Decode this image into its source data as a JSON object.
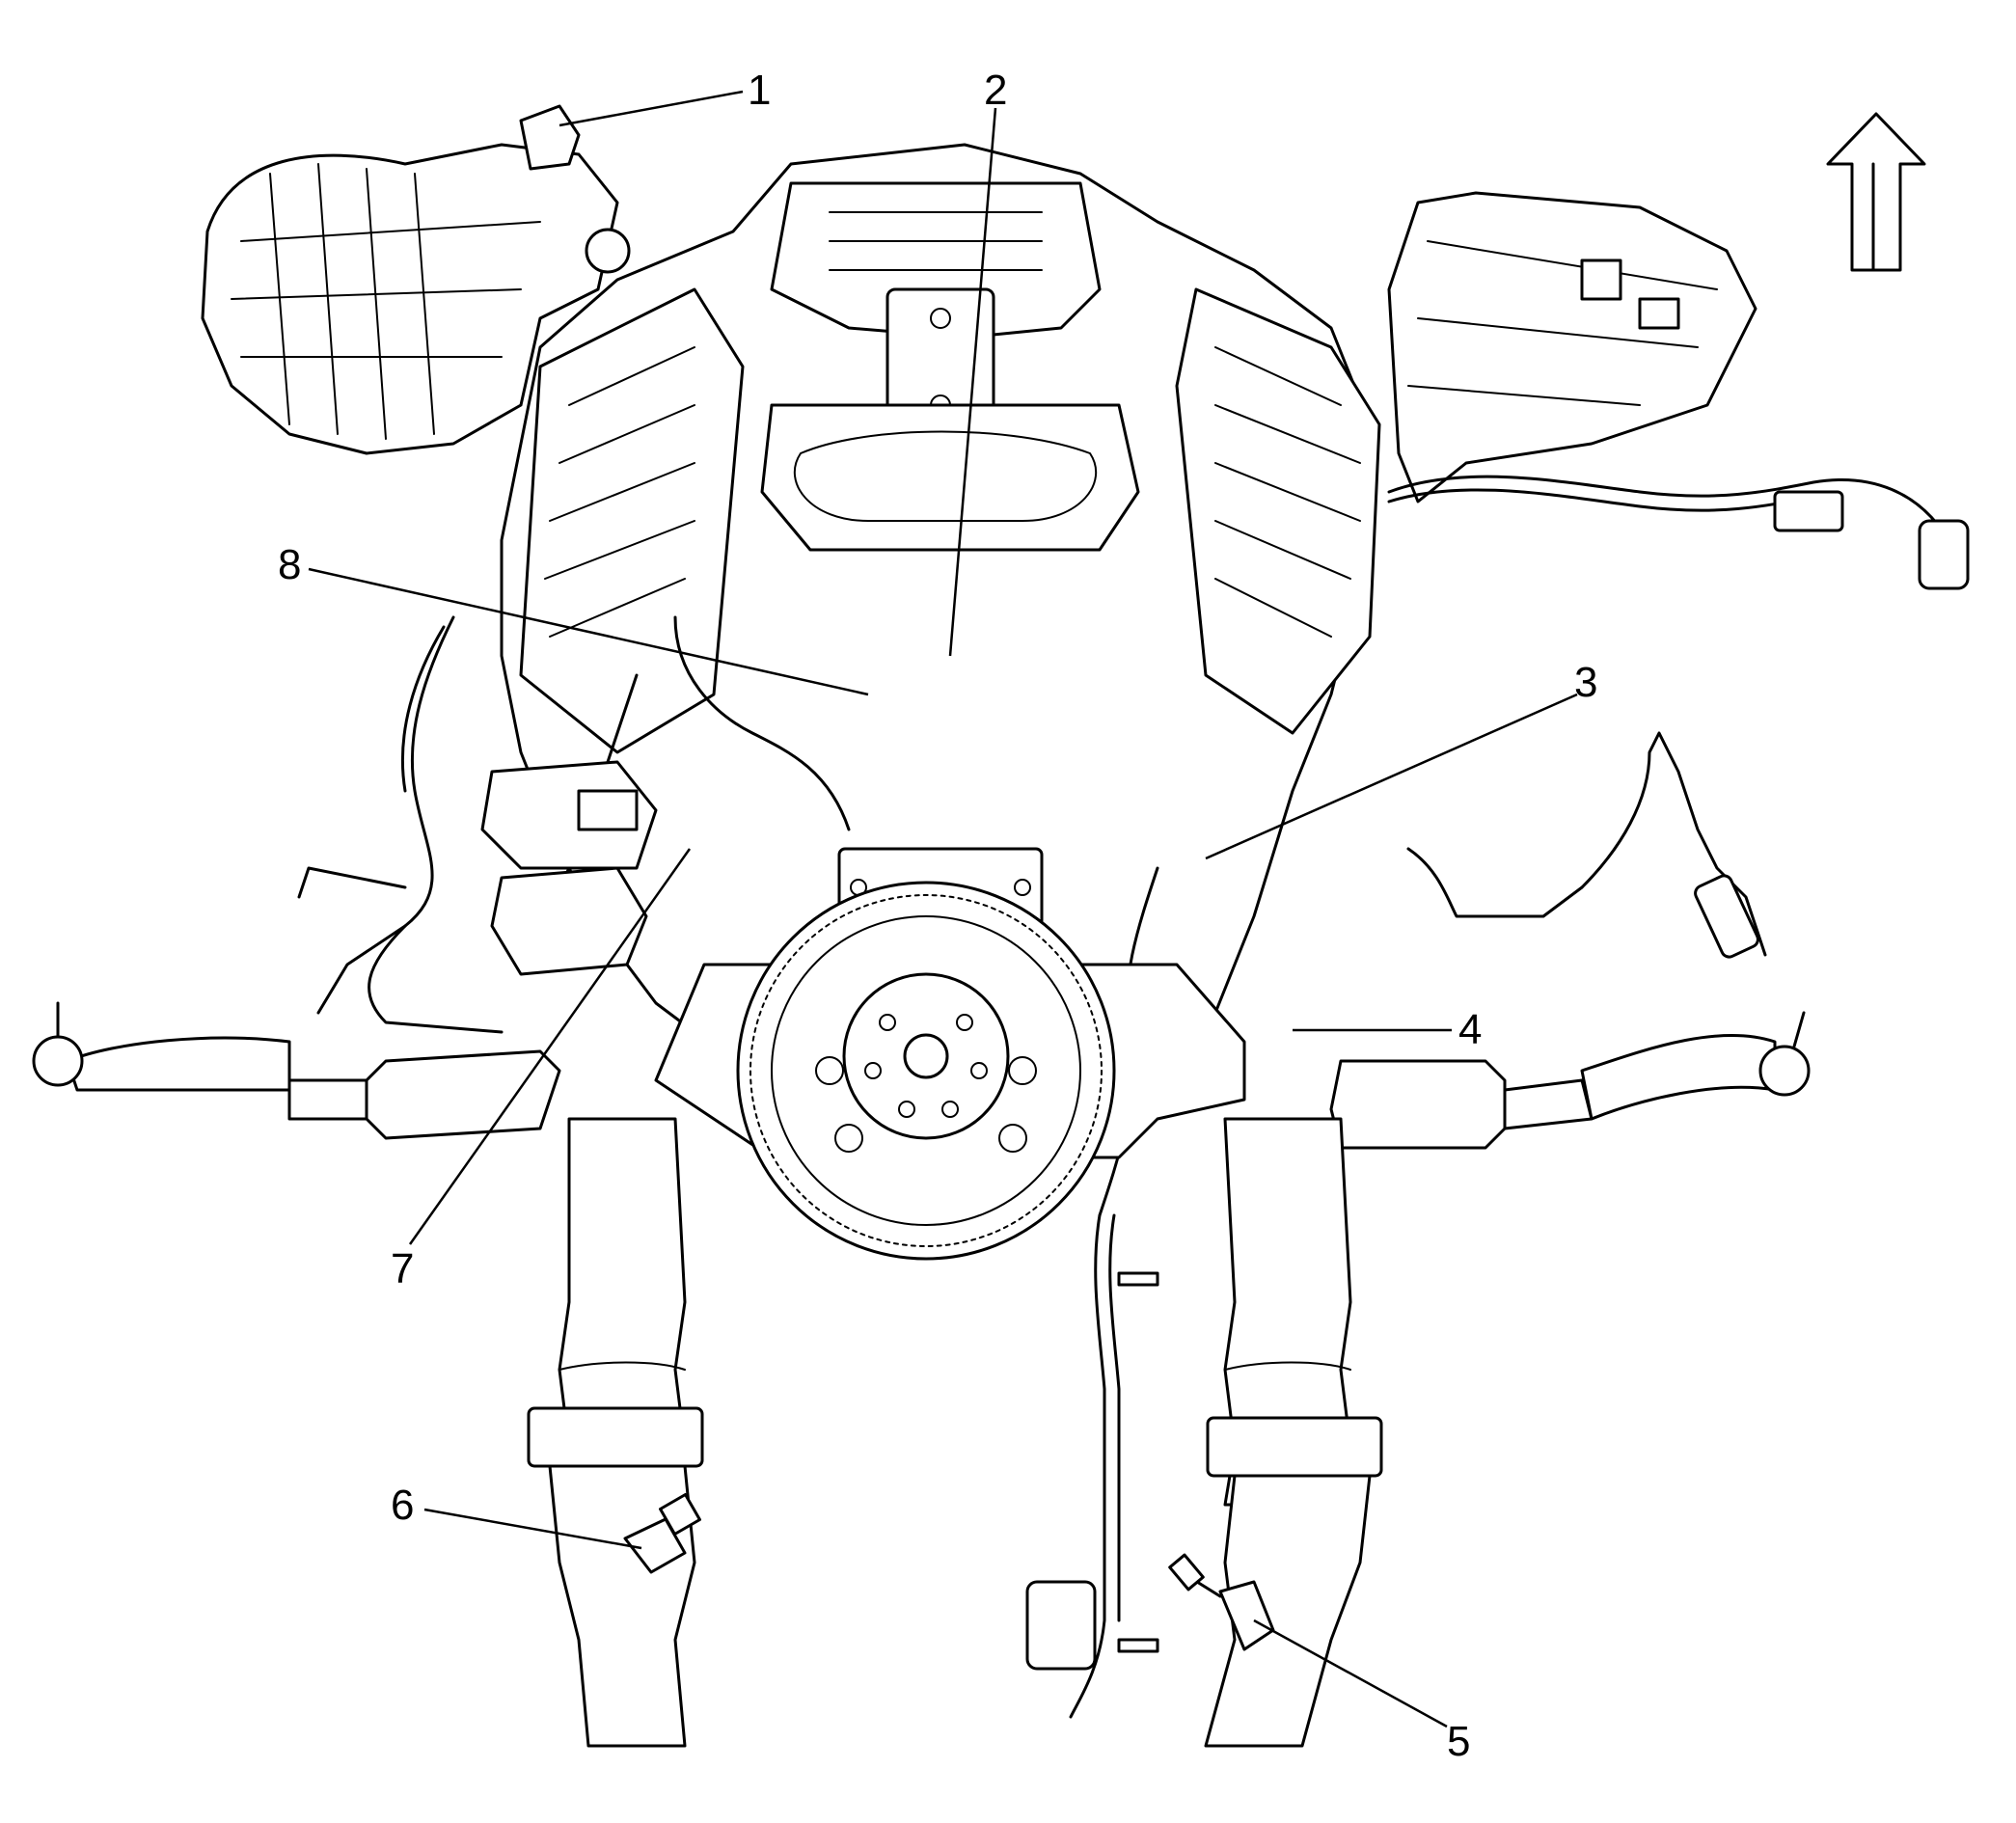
{
  "callouts": [
    {
      "id": "1",
      "label": "1"
    },
    {
      "id": "2",
      "label": "2"
    },
    {
      "id": "3",
      "label": "3"
    },
    {
      "id": "4",
      "label": "4"
    },
    {
      "id": "5",
      "label": "5"
    },
    {
      "id": "6",
      "label": "6"
    },
    {
      "id": "7",
      "label": "7"
    },
    {
      "id": "8",
      "label": "8"
    }
  ],
  "icons": {
    "direction_arrow": "up-arrow-icon"
  }
}
